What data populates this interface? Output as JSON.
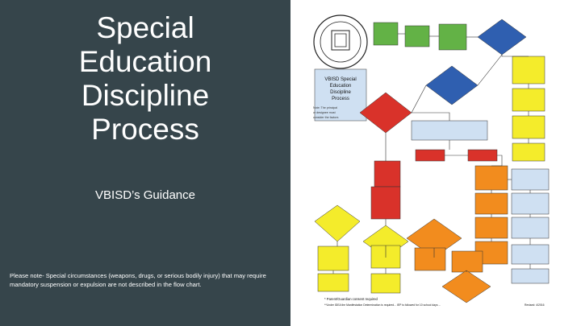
{
  "slide": {
    "title_lines": [
      "Special",
      "Education",
      "Discipline",
      "Process"
    ],
    "subtitle": "VBISD’s Guidance",
    "note": "Please note- Special circumstances (weapons, drugs, or serious bodily injury) that may require mandatory suspension or expulsion are not described in the flow chart."
  },
  "flowchart": {
    "title_box": "VBISD Special Education Discipline Process",
    "footnote_1": "* Parent/Guardian consent required",
    "footnote_2": "**Under IDEA the Manifestation Determination is required... IEP is followed for 10 school days ...",
    "revised": "Revised: 4/2016",
    "colors": {
      "green": "#63b246",
      "blue": "#2f5fb0",
      "red": "#d9322a",
      "orange": "#f28c1e",
      "yellow": "#f4ec2b",
      "lightblue": "#cfe0f2"
    }
  }
}
